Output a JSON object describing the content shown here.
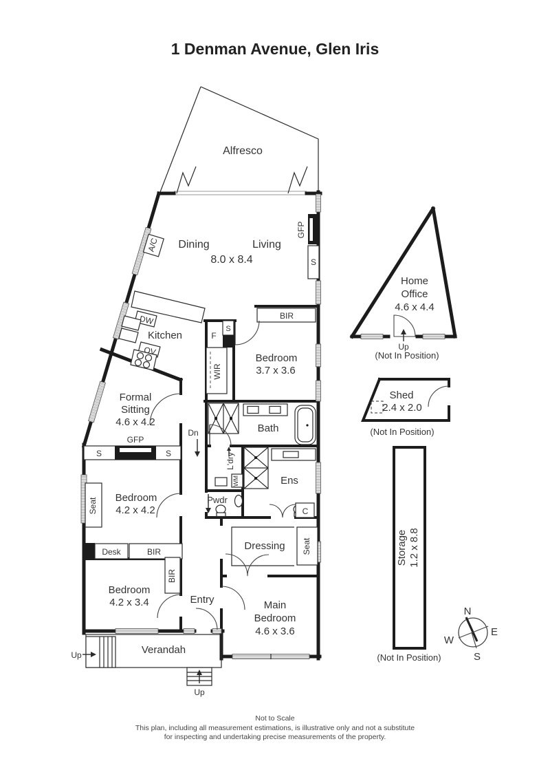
{
  "title": "1 Denman Avenue, Glen Iris",
  "rooms": {
    "alfresco": "Alfresco",
    "dining": "Dining",
    "living": "Living",
    "living_dims": "8.0 x 8.4",
    "kitchen": "Kitchen",
    "formal_line1": "Formal",
    "formal_line2": "Sitting",
    "formal_dims": "4.6 x 4.2",
    "bedroom": "Bedroom",
    "bedroom2_dims": "3.7 x 3.6",
    "bedroom3_dims": "4.2 x 4.2",
    "bedroom4_dims": "4.2 x 3.4",
    "bath": "Bath",
    "ldry": "L'dry",
    "pwdr": "Pwdr",
    "ens": "Ens",
    "dressing": "Dressing",
    "main_line1": "Main",
    "main_line2": "Bedroom",
    "main_dims": "4.6 x 3.6",
    "entry": "Entry",
    "verandah": "Verandah"
  },
  "outbuildings": {
    "home_line1": "Home",
    "home_line2": "Office",
    "home_dims": "4.6 x 4.4",
    "shed": "Shed",
    "shed_dims": "2.4 x 2.0",
    "storage": "Storage",
    "storage_dims": "1.2 x 8.8",
    "not_in_position": "(Not In Position)"
  },
  "fixtures": {
    "ac": "A/C",
    "gfp": "GFP",
    "s": "S",
    "f": "F",
    "dw": "DW",
    "ov": "OV",
    "wir": "WIR",
    "bir": "BIR",
    "wm": "WM",
    "c": "C",
    "seat": "Seat",
    "desk": "Desk",
    "dn": "Dn",
    "up": "Up"
  },
  "compass": {
    "n": "N",
    "e": "E",
    "s": "S",
    "w": "W"
  },
  "footer": {
    "line1": "Not to Scale",
    "line2": "This plan, including all measurement estimations, is illustrative only and not a substitute",
    "line3": "for inspecting and undertaking precise measurements of the property."
  }
}
